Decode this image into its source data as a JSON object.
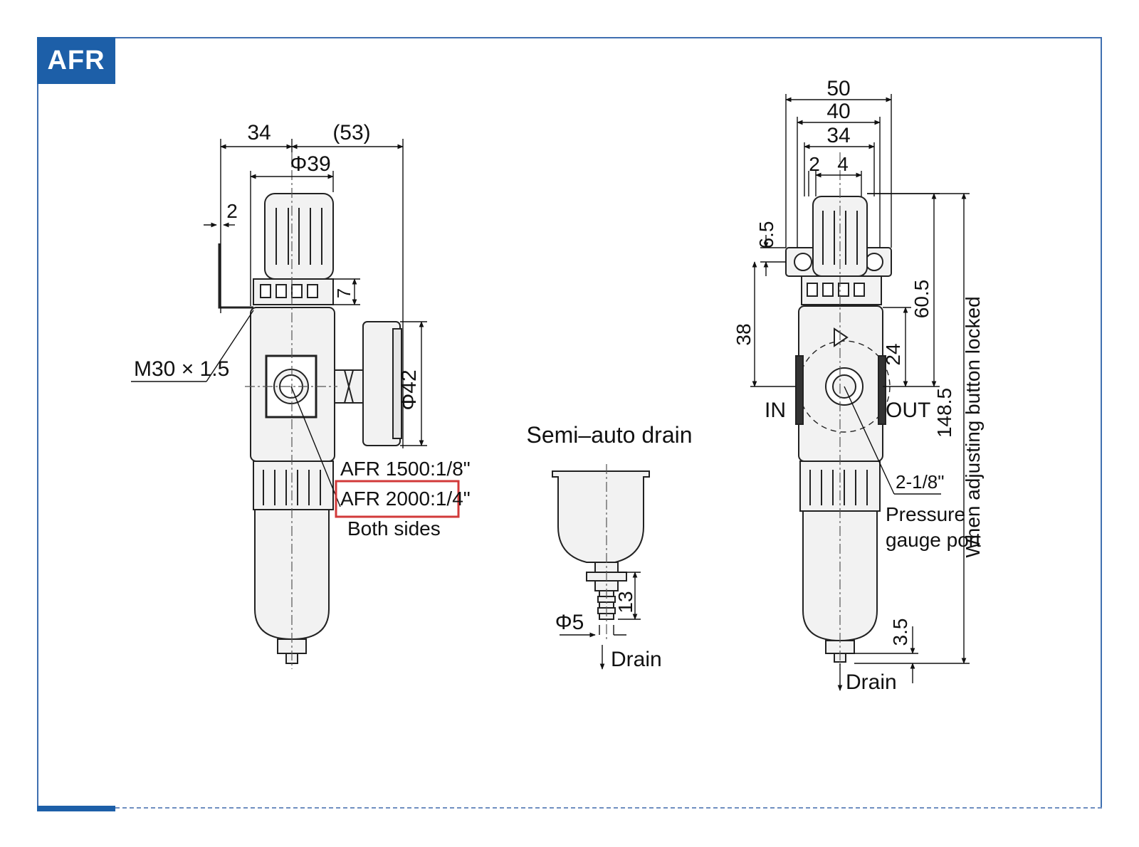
{
  "badge": {
    "label": "AFR"
  },
  "left": {
    "dim_34": "34",
    "dim_53": "(53)",
    "dim_phi39": "Φ39",
    "dim_2": "2",
    "dim_7": "7",
    "dim_phi42": "Φ42",
    "thread": "M30 × 1.5",
    "port_1500": "AFR 1500:1/8\"",
    "port_2000": "AFR 2000:1/4\"",
    "port_sides": "Both sides",
    "highlight_color": "#d23a3a"
  },
  "middle": {
    "title": "Semi–auto drain",
    "dim_13": "13",
    "dim_phi5": "Φ5",
    "drain": "Drain"
  },
  "right": {
    "dim_50": "50",
    "dim_40": "40",
    "dim_34": "34",
    "dim_2": "2",
    "dim_4": "4",
    "dim_6_5": "6.5",
    "dim_38": "38",
    "dim_60_5": "60.5",
    "dim_24": "24",
    "dim_148_5": "148.5",
    "dim_3_5": "3.5",
    "in": "IN",
    "out": "OUT",
    "gauge_port": "2-1/8\"",
    "gauge_line1": "Pressure",
    "gauge_line2": "gauge port",
    "note": "When adjusting button locked",
    "drain": "Drain"
  }
}
